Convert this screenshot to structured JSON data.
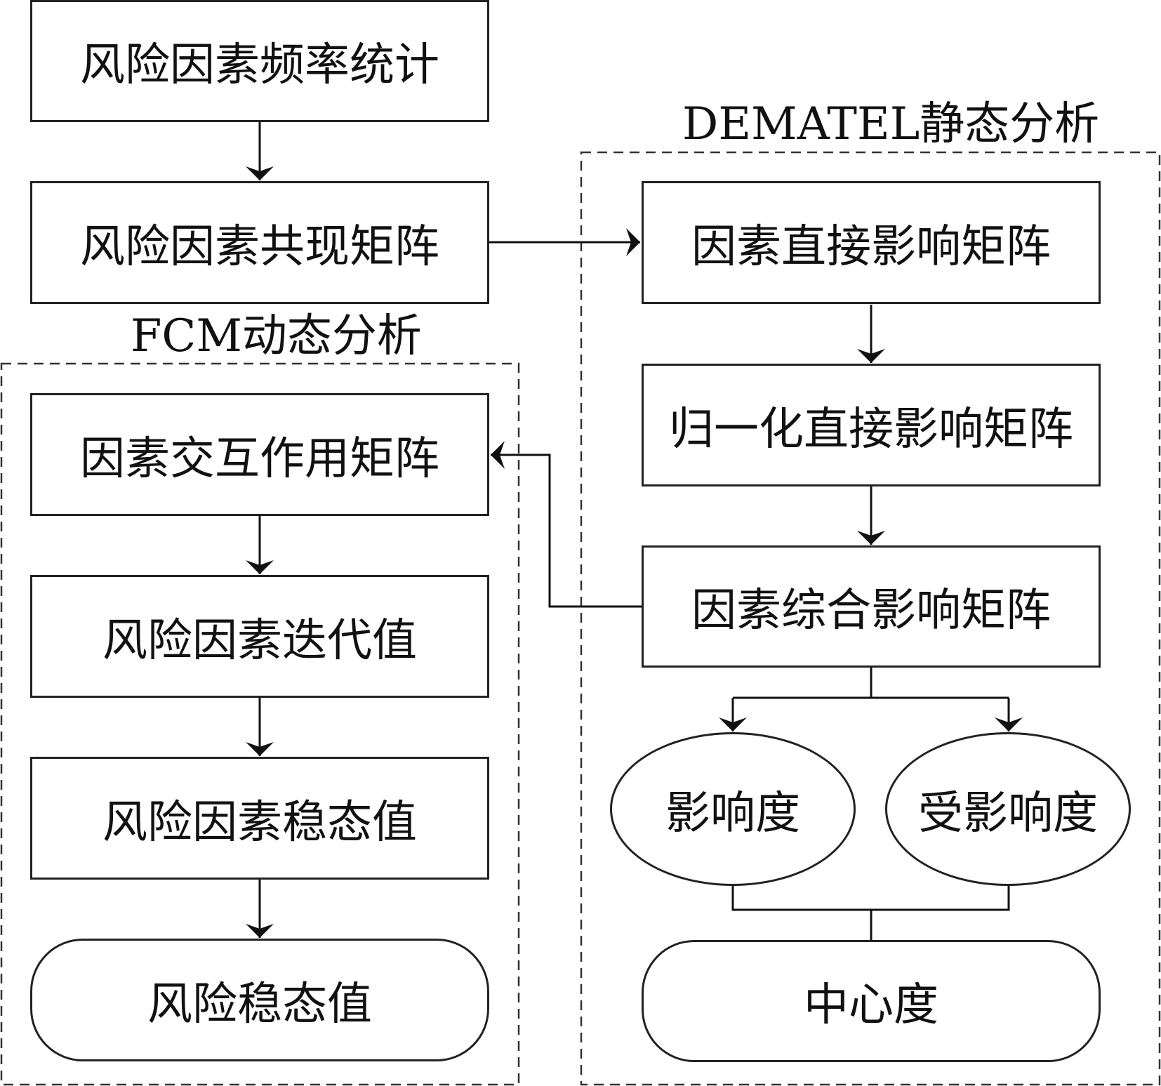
{
  "groups": {
    "fcm": {
      "title": "FCM动态分析"
    },
    "dematel": {
      "title": "DEMATEL静态分析"
    }
  },
  "nodes": {
    "freq": "风险因素频率统计",
    "cooccur": "风险因素共现矩阵",
    "interaction": "因素交互作用矩阵",
    "iter": "风险因素迭代值",
    "steady_factor": "风险因素稳态值",
    "risk_steady": "风险稳态值",
    "direct": "因素直接影响矩阵",
    "normalized": "归一化直接影响矩阵",
    "total": "因素综合影响矩阵",
    "influence": "影响度",
    "influenced": "受影响度",
    "centrality": "中心度"
  }
}
